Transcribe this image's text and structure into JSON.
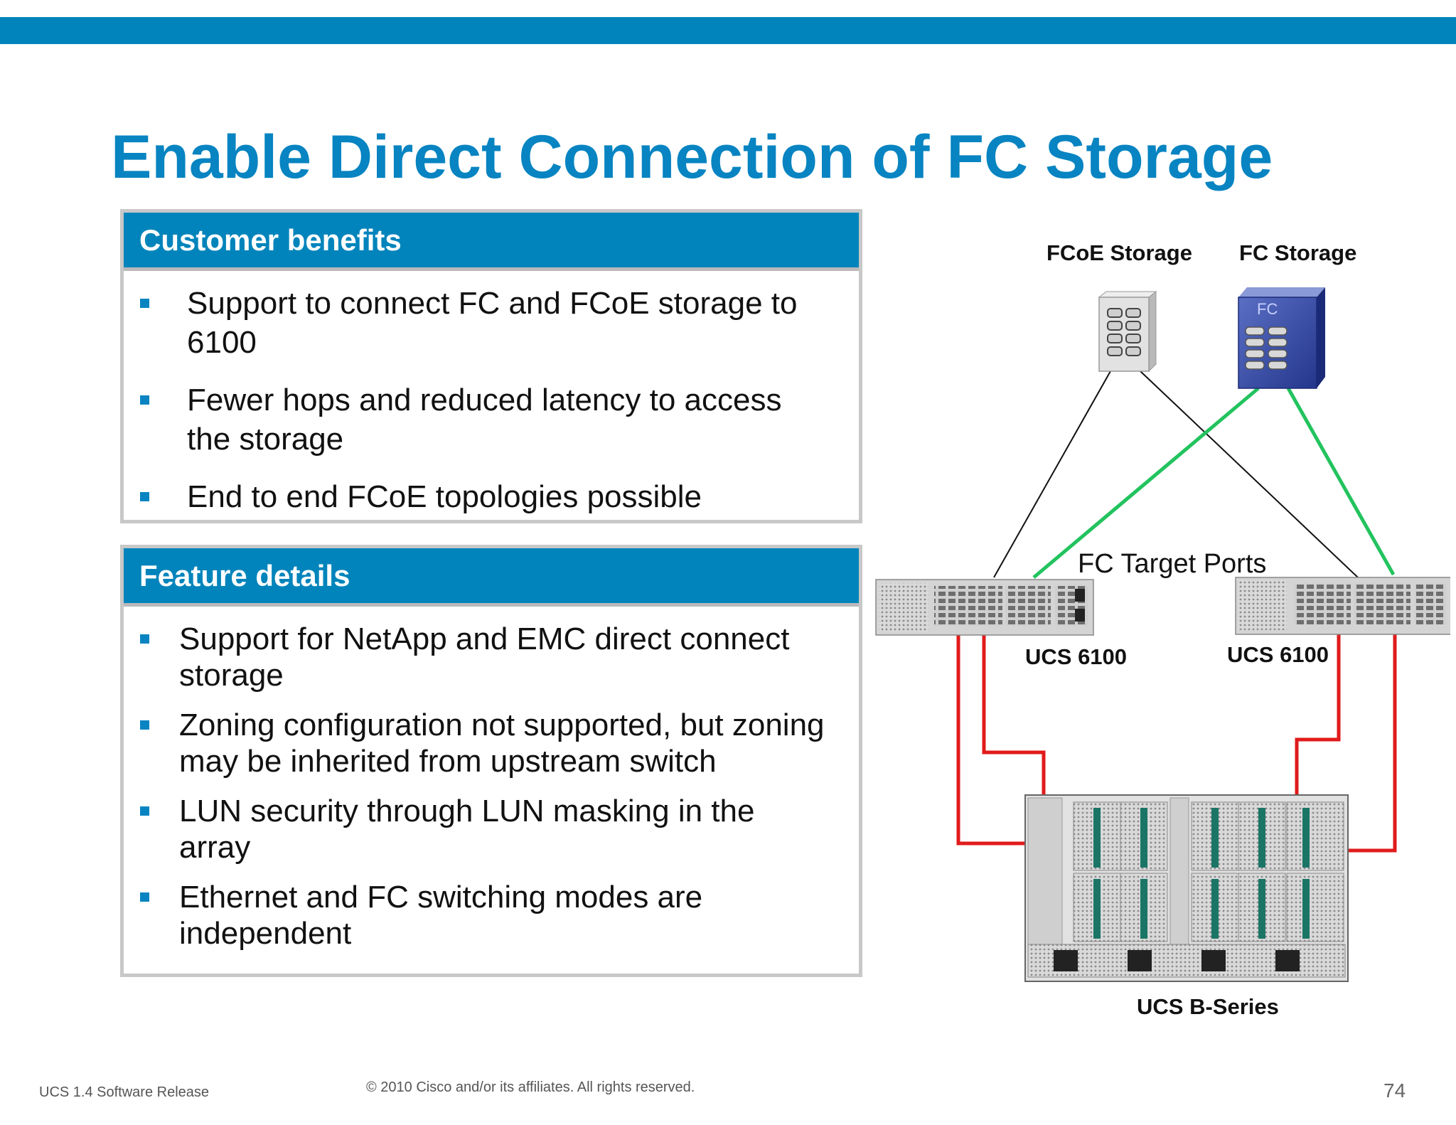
{
  "title": "Enable Direct Connection of FC Storage",
  "benefits": {
    "heading": "Customer benefits",
    "items": [
      {
        "line1": "Support to connect FC and FCoE storage to",
        "line2": "6100"
      },
      {
        "line1": "Fewer hops and reduced latency to access",
        "line2": "the storage"
      },
      {
        "line1": "End to end FCoE topologies possible",
        "line2": ""
      }
    ]
  },
  "features": {
    "heading": "Feature details",
    "items": [
      {
        "line1": "Support for NetApp and EMC direct connect",
        "line2": "storage"
      },
      {
        "line1": "Zoning configuration not supported, but zoning",
        "line2": "may be inherited from upstream switch"
      },
      {
        "line1": "LUN security through LUN masking in the",
        "line2": "array"
      },
      {
        "line1": "Ethernet and FC switching modes are",
        "line2": "independent"
      }
    ]
  },
  "diagram": {
    "fcoe_storage_label": "FCoE Storage",
    "fc_storage_label": "FC Storage",
    "fc_badge": "FC",
    "fc_target_ports_label": "FC Target Ports",
    "switch_left_label": "UCS 6100",
    "switch_right_label": "UCS 6100",
    "chassis_label": "UCS B-Series",
    "colors": {
      "fc_link": "#22c35e",
      "ethernet_link": "#111111",
      "server_link": "#e01b1b",
      "accent": "#0184bb"
    }
  },
  "footer": {
    "left": "UCS 1.4 Software Release",
    "center": "© 2010 Cisco and/or its affiliates. All rights reserved.",
    "page": "74"
  }
}
